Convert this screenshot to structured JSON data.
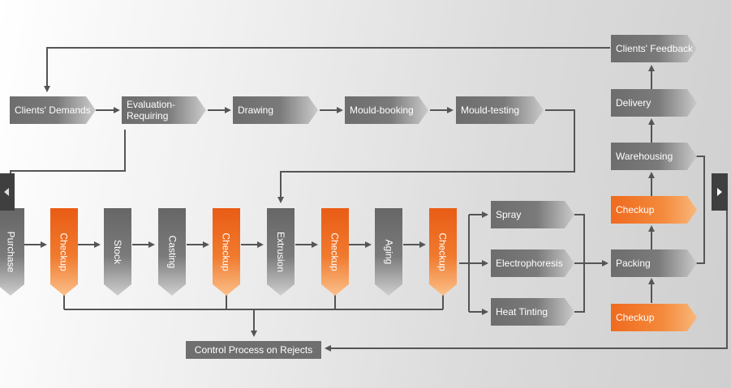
{
  "flow": {
    "clients_demands": "Clients' Demands",
    "evaluation": "Evaluation-\nRequiring",
    "drawing": "Drawing",
    "mould_booking": "Mould-booking",
    "mould_testing": "Mould-testing",
    "purchase": "Purchase",
    "checkup_1": "Checkup",
    "stock": "Stock",
    "casting": "Casting",
    "checkup_2": "Checkup",
    "extrusion": "Extrusion",
    "checkup_3": "Checkup",
    "aging": "Aging",
    "checkup_4": "Checkup",
    "spray": "Spray",
    "electrophoresis": "Electrophoresis",
    "heat_tinting": "Heat Tinting",
    "checkup_5": "Checkup",
    "packing": "Packing",
    "checkup_6": "Checkup",
    "warehousing": "Warehousing",
    "delivery": "Delivery",
    "clients_feedback": "Clients' Feedback",
    "control_rejects": "Control Process on Rejects"
  },
  "colors": {
    "gray": "#707070",
    "orange": "#ef6a1e",
    "line": "#555555"
  },
  "icons": {
    "prev": "triangle-left-icon",
    "next": "triangle-right-icon"
  }
}
